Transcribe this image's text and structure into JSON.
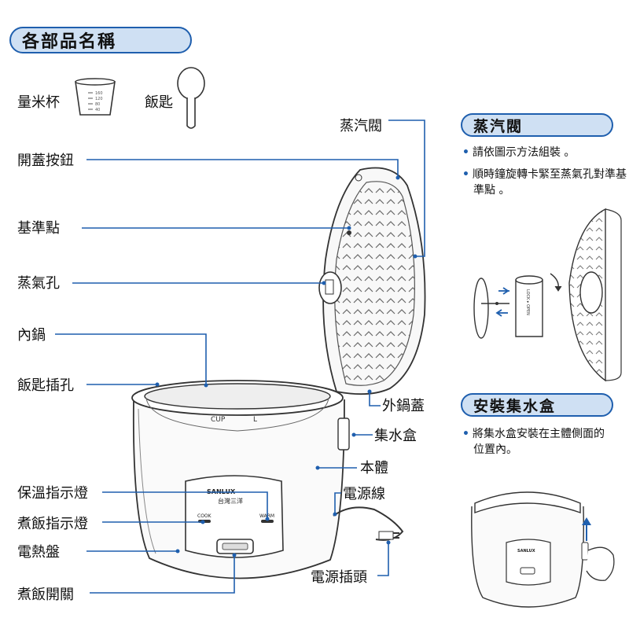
{
  "header": {
    "title": "各部品名稱"
  },
  "accessories": {
    "measuring_cup": "量米杯",
    "rice_spoon": "飯匙"
  },
  "labels": {
    "steam_valve": "蒸汽閥",
    "lid_button": "開蓋按鈕",
    "reference_point": "基準點",
    "steam_hole": "蒸氣孔",
    "inner_pot": "內鍋",
    "spoon_slot": "飯匙插孔",
    "outer_lid": "外鍋蓋",
    "water_box": "集水盒",
    "body": "本體",
    "power_cord": "電源線",
    "warm_indicator": "保溫指示燈",
    "cook_indicator": "煮飯指示燈",
    "heating_plate": "電熱盤",
    "power_plug": "電源插頭",
    "cook_switch": "煮飯開關"
  },
  "device_text": {
    "brand": "SANLUX",
    "brand_sub": "台灣三洋",
    "cook": "COOK",
    "warm": "WARM",
    "pot_cup": "CUP",
    "pot_l": "L",
    "cup_marks": [
      "160",
      "120",
      "80",
      "40"
    ],
    "valve_text": "LOCK ▸ OPEN",
    "brand_small": "SANLUX"
  },
  "steam_valve_section": {
    "title": "蒸汽閥",
    "notes": [
      "請依圖示方法組裝 。",
      "順時鐘旋轉卡緊至蒸氣孔對準基準點 。"
    ]
  },
  "water_box_section": {
    "title": "安裝集水盒",
    "notes": [
      "將集水盒安裝在主體側面的位置內。"
    ]
  },
  "colors": {
    "accent": "#1f5fae",
    "pill_fill": "#cfe0f3",
    "line": "#1f5fae"
  }
}
